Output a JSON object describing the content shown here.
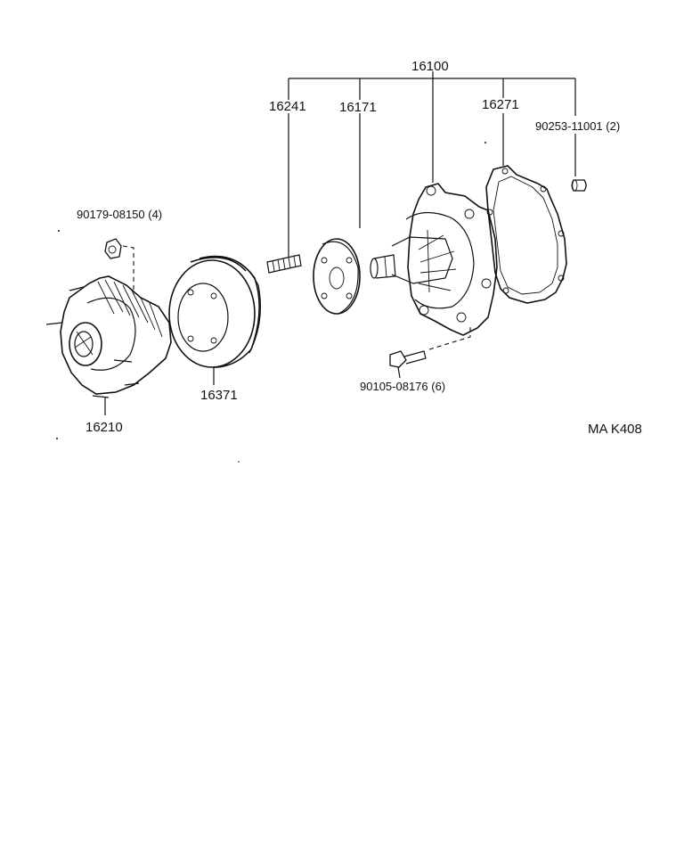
{
  "labels": {
    "assembly": "16100",
    "stud": "16241",
    "flange": "16171",
    "gasket": "16271",
    "plug": "90253-11001 (2)",
    "nut": "90179-08150 (4)",
    "bolt": "90105-08176 (6)",
    "pulley": "16371",
    "fan_coupling": "16210",
    "figure_code": "MA K408"
  },
  "colors": {
    "ink": "#111111",
    "paper": "#ffffff"
  }
}
